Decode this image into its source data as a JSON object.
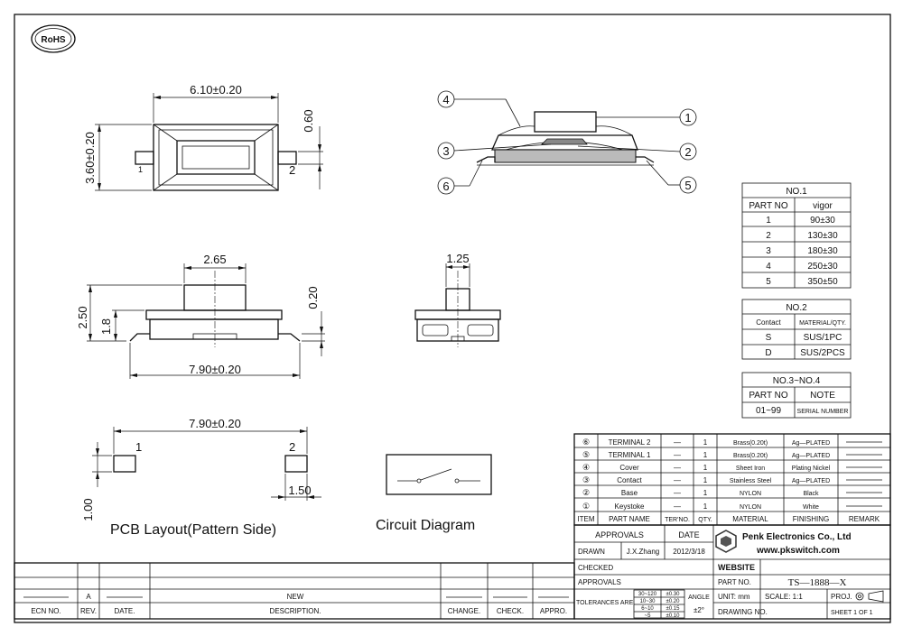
{
  "logo": {
    "text": "RoHS"
  },
  "dims": {
    "top_width": "6.10±0.20",
    "top_height": "3.60±0.20",
    "terminal_thk": "0.60",
    "pin1": "1",
    "pin2": "2",
    "actuator_w": "2.65",
    "total_h": "2.50",
    "body_h": "1.8",
    "term_thk": "0.20",
    "front_len": "7.90±0.20",
    "side_act_w": "1.25",
    "pcb_len": "7.90±0.20",
    "pcb_pin1": "1",
    "pcb_pin2": "2",
    "pad_w": "1.50",
    "pad_h": "1.00"
  },
  "labels": {
    "pcb_layout": "PCB Layout(Pattern Side)",
    "circuit": "Circuit  Diagram"
  },
  "callouts": [
    "1",
    "2",
    "3",
    "4",
    "5",
    "6"
  ],
  "table_no1": {
    "title": "NO.1",
    "headers": [
      "PART  NO",
      "vigor"
    ],
    "rows": [
      [
        "1",
        "90±30"
      ],
      [
        "2",
        "130±30"
      ],
      [
        "3",
        "180±30"
      ],
      [
        "4",
        "250±30"
      ],
      [
        "5",
        "350±50"
      ]
    ]
  },
  "table_no2": {
    "title": "NO.2",
    "headers": [
      "Contact",
      "MATERIAL/QTY."
    ],
    "rows": [
      [
        "S",
        "SUS/1PC"
      ],
      [
        "D",
        "SUS/2PCS"
      ]
    ]
  },
  "table_no3": {
    "title": "NO.3~NO.4",
    "headers": [
      "PART  NO",
      "NOTE"
    ],
    "rows": [
      [
        "01~99",
        "SERIAL  NUMBER"
      ]
    ]
  },
  "bom": {
    "rows": [
      [
        "⑥",
        "TERMINAL  2",
        "—",
        "1",
        "Brass(0.20t)",
        "Ag—PLATED"
      ],
      [
        "⑤",
        "TERMINAL  1",
        "—",
        "1",
        "Brass(0.20t)",
        "Ag—PLATED"
      ],
      [
        "④",
        "Cover",
        "—",
        "1",
        "Sheet  Iron",
        "Plating  Nickel"
      ],
      [
        "③",
        "Contact",
        "—",
        "1",
        "Stainless  Steel",
        "Ag—PLATED"
      ],
      [
        "②",
        "Base",
        "—",
        "1",
        "NYLON",
        "Black"
      ],
      [
        "①",
        "Keystoke",
        "—",
        "1",
        "NYLON",
        "White"
      ]
    ],
    "headers": [
      "ITEM",
      "PART  NAME",
      "TER'NO.",
      "QTY.",
      "MATERIAL",
      "FINISHING",
      "REMARK"
    ]
  },
  "title_block": {
    "approvals": "APPROVALS",
    "date": "DATE",
    "drawn": "DRAWN",
    "drawn_by": "J.X.Zhang",
    "drawn_date": "2012/3/18",
    "checked": "CHECKED",
    "approvals2": "APPROVALS",
    "company": "Penk  Electronics  Co., Ltd",
    "website_url": "www.pkswitch.com",
    "website": "WEBSITE",
    "part_no_label": "PART  NO.",
    "part_no": "TS—1888—X",
    "tolerances": "TOLERANCES  ARE",
    "tol_ranges": [
      "30~120",
      "10~30",
      "6~10",
      "~5"
    ],
    "tol_vals": [
      "±0.30",
      "±0.20",
      "±0.15",
      "±0.10"
    ],
    "angle": "ANGLE",
    "angle_val": "±2°",
    "unit": "UNIT:  mm",
    "scale": "SCALE:   1:1",
    "proj": "PROJ.",
    "drawing_no": "DRAWING  NO.",
    "sheet": "SHEET   1  OF  1"
  },
  "revision": {
    "rev": "A",
    "new": "NEW",
    "headers": [
      "ECN  NO.",
      "REV.",
      "DATE.",
      "DESCRIPTION.",
      "CHANGE.",
      "CHECK.",
      "APPRO."
    ]
  }
}
